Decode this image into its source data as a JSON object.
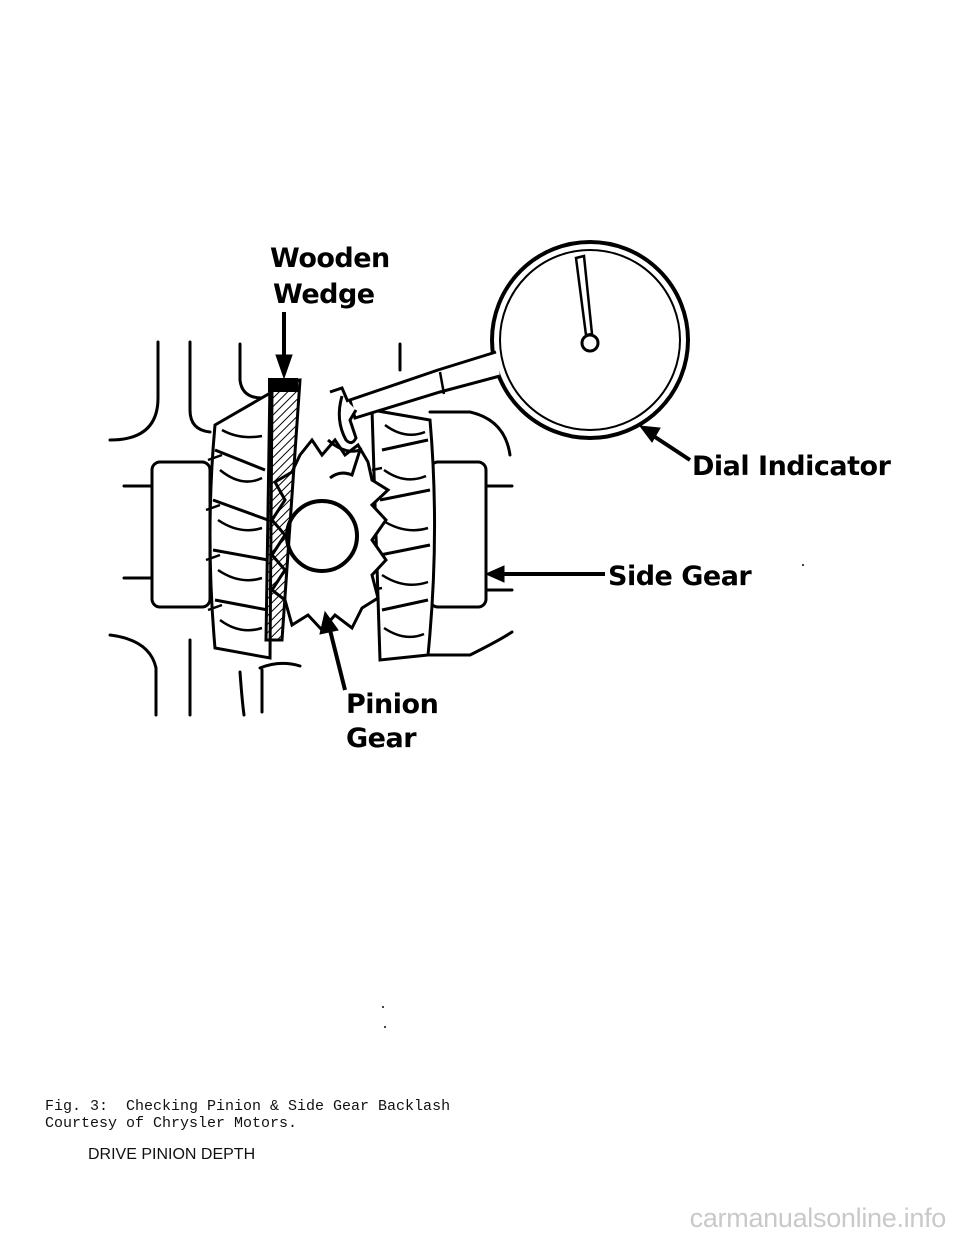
{
  "figure": {
    "labels": {
      "wooden_wedge_line1": "Wooden",
      "wooden_wedge_line2": "Wedge",
      "dial_indicator": "Dial Indicator",
      "side_gear": "Side Gear",
      "pinion_gear_line1": "Pinion",
      "pinion_gear_line2": "Gear"
    }
  },
  "caption": {
    "line1": "Fig. 3:  Checking Pinion & Side Gear Backlash",
    "line2": "Courtesy of Chrysler Motors."
  },
  "section_heading": "DRIVE PINION DEPTH",
  "watermark": "carmanualsonline.info"
}
